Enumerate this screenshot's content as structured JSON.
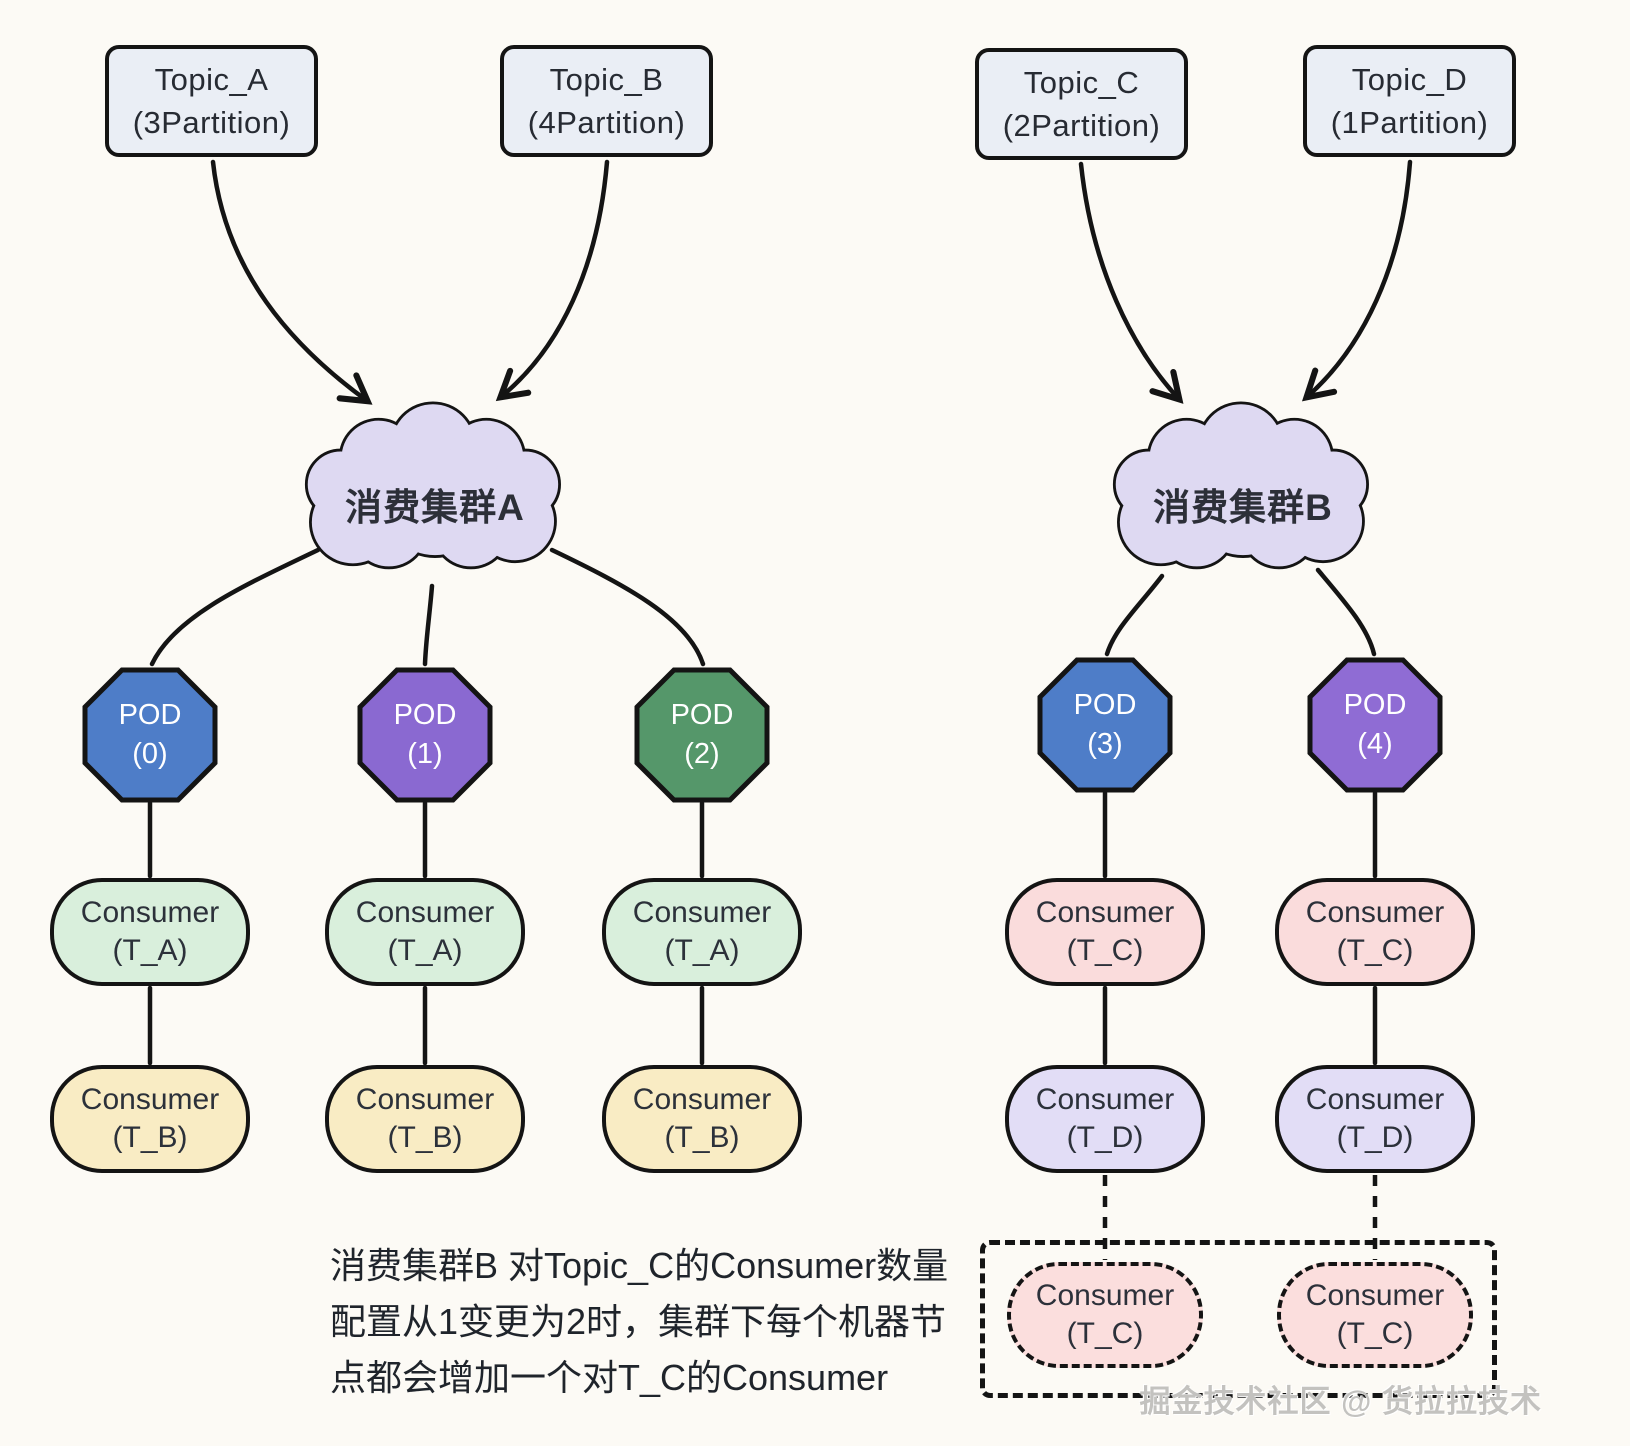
{
  "title": "Kafka 消费集群 Consumer 分配示意图",
  "colors": {
    "background": "#fcfaf5",
    "stroke": "#141414",
    "topic_fill": "#eaeef5",
    "cloud_fill": "#ded9f2",
    "pod_blue": "#4e7dc8",
    "pod_purple_1": "#8a69d1",
    "pod_green": "#55976a",
    "pod_purple_4": "#8f6cd4",
    "consumer_ta_fill": "#d9efdc",
    "consumer_tb_fill": "#f9ecc4",
    "consumer_tc_fill": "#fadcdc",
    "consumer_td_fill": "#e2ddf6"
  },
  "topics": [
    {
      "name": "Topic_A",
      "partitions": "(3Partition)"
    },
    {
      "name": "Topic_B",
      "partitions": "(4Partition)"
    },
    {
      "name": "Topic_C",
      "partitions": "(2Partition)"
    },
    {
      "name": "Topic_D",
      "partitions": "(1Partition)"
    }
  ],
  "clusters": [
    {
      "label": "消费集群A"
    },
    {
      "label": "消费集群B"
    }
  ],
  "pods": [
    {
      "name": "POD",
      "num": "(0)",
      "color": "#4e7dc8"
    },
    {
      "name": "POD",
      "num": "(1)",
      "color": "#8a69d1"
    },
    {
      "name": "POD",
      "num": "(2)",
      "color": "#55976a"
    },
    {
      "name": "POD",
      "num": "(3)",
      "color": "#4e7dc8"
    },
    {
      "name": "POD",
      "num": "(4)",
      "color": "#8f6cd4"
    }
  ],
  "consumers": {
    "row1_left": [
      {
        "title": "Consumer",
        "topic": "(T_A)"
      },
      {
        "title": "Consumer",
        "topic": "(T_A)"
      },
      {
        "title": "Consumer",
        "topic": "(T_A)"
      }
    ],
    "row2_left": [
      {
        "title": "Consumer",
        "topic": "(T_B)"
      },
      {
        "title": "Consumer",
        "topic": "(T_B)"
      },
      {
        "title": "Consumer",
        "topic": "(T_B)"
      }
    ],
    "row1_right": [
      {
        "title": "Consumer",
        "topic": "(T_C)"
      },
      {
        "title": "Consumer",
        "topic": "(T_C)"
      }
    ],
    "row2_right": [
      {
        "title": "Consumer",
        "topic": "(T_D)"
      },
      {
        "title": "Consumer",
        "topic": "(T_D)"
      }
    ],
    "dashed_right": [
      {
        "title": "Consumer",
        "topic": "(T_C)"
      },
      {
        "title": "Consumer",
        "topic": "(T_C)"
      }
    ]
  },
  "annotation": {
    "line1": "消费集群B 对Topic_C的Consumer数量",
    "line2": "配置从1变更为2时，集群下每个机器节",
    "line3": "点都会增加一个对T_C的Consumer"
  },
  "watermark": "掘金技术社区 @ 货拉拉技术"
}
